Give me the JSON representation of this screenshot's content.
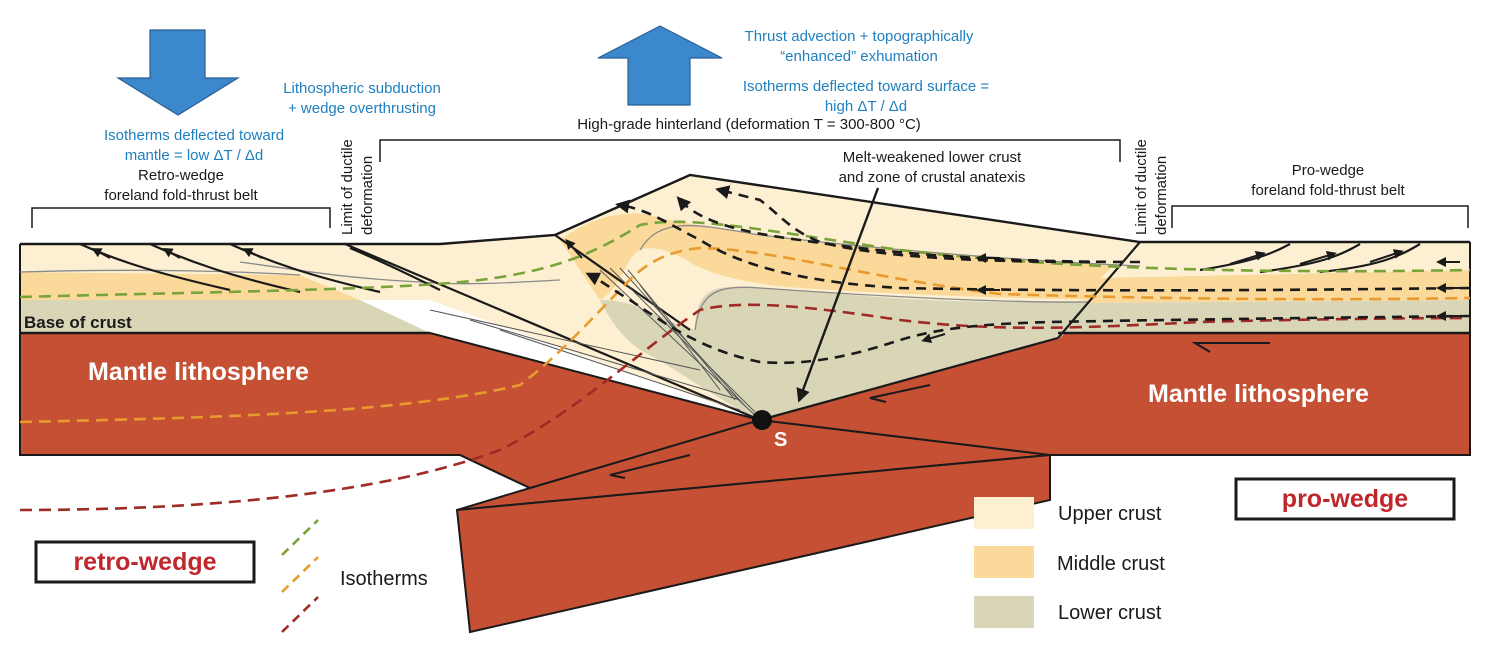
{
  "colors": {
    "upper_crust": "#fdf0d2",
    "middle_crust": "#fbd99a",
    "lower_crust": "#d9d6b8",
    "mantle": "#c55033",
    "isotherm_green": "#7aa33a",
    "isotherm_orange": "#e89a2e",
    "isotherm_red": "#a02b26",
    "annotation_blue": "#1f7fbf",
    "wedge_label_red": "#c0272d"
  },
  "annotations": {
    "thrust_advection_line1": "Thrust advection + topographically",
    "thrust_advection_line2": "“enhanced” exhumation",
    "isotherms_surface_line1": "Isotherms deflected toward surface =",
    "isotherms_surface_line2": "high ΔT / Δd",
    "lithospheric_line1": "Lithospheric subduction",
    "lithospheric_line2": "+ wedge overthrusting",
    "isotherms_mantle_line1": "Isotherms deflected toward",
    "isotherms_mantle_line2": "mantle = low ΔT / Δd",
    "retro_belt_line1": "Retro-wedge",
    "retro_belt_line2": "foreland fold-thrust belt",
    "hinterland": "High-grade hinterland (deformation T = 300-800 °C)",
    "limit_line1": "Limit of ductile",
    "limit_line2": "deformation",
    "melt_line1": "Melt-weakened lower crust",
    "melt_line2": "and zone of crustal anatexis",
    "pro_belt_line1": "Pro-wedge",
    "pro_belt_line2": "foreland fold-thrust belt",
    "base_of_crust": "Base of crust",
    "mantle_left": "Mantle lithosphere",
    "mantle_right": "Mantle lithosphere",
    "s_point": "S"
  },
  "wedge_labels": {
    "retro": "retro-wedge",
    "pro": "pro-wedge"
  },
  "legend": {
    "upper_crust": "Upper crust",
    "middle_crust": "Middle crust",
    "lower_crust": "Lower crust",
    "isotherms": "Isotherms"
  },
  "icons": {
    "down_arrow": "down-arrow-icon",
    "up_arrow": "up-arrow-icon"
  }
}
